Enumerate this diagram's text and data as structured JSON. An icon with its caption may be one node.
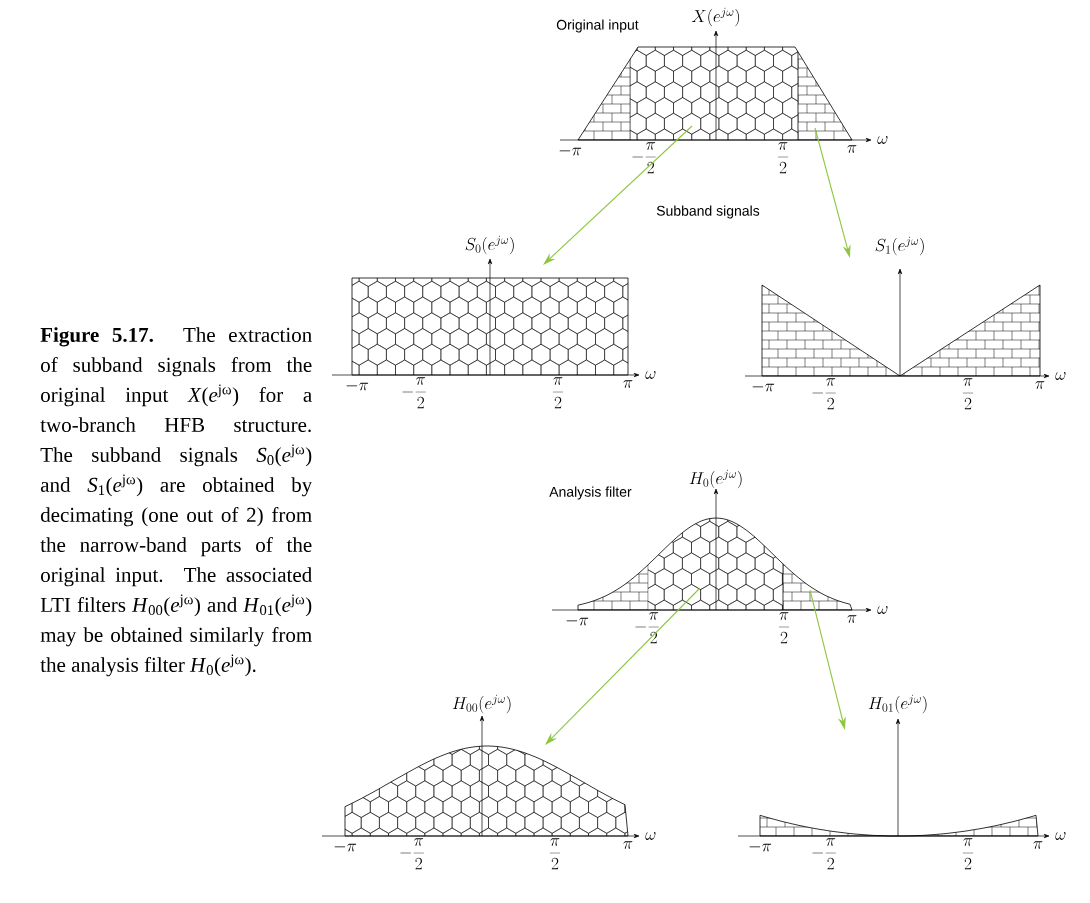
{
  "diagram": {
    "caption": "**Figure 5.17.** The extraction of subband signals from the original input *X*(*e*$^{jω}$) for a two-branch HFB structure. The subband signals *S*$_{0}$(*e*$^{jω}$) and *S*$_{1}$(*e*$^{jω}$) are obtained by decimating (one out of 2) from the narrow-band parts of the original input. The associated LTI filters *H*$_{00}$(*e*$^{jω}$) and *H*$_{01}$(*e*$^{jω}$) may be obtained similarly from the analysis filter *H*$_{0}$(*e*$^{jω}$).",
    "nodes": [
      {
        "text": [
          "X(e^{j\\omega})",
          "\\omega",
          "-\\pi",
          "-\\frac{\\pi}{2}",
          "\\frac{\\pi}{2}",
          "\\pi"
        ]
      },
      {
        "text": [
          "S_0(e^{j\\omega})",
          "\\omega",
          "-\\pi",
          "-\\frac{\\pi}{2}",
          "\\frac{\\pi}{2}",
          "\\pi"
        ]
      },
      {
        "text": [
          "S_1(e^{j\\omega})",
          "\\omega",
          "-\\pi",
          "-\\frac{\\pi}{2}",
          "\\frac{\\pi}{2}",
          "\\pi"
        ]
      },
      {
        "text": [
          "H_0(e^{j\\omega})",
          "\\omega",
          "-\\pi",
          "-\\frac{\\pi}{2}",
          "\\frac{\\pi}{2}",
          "\\pi"
        ]
      },
      {
        "text": [
          "H_{00}(e^{j\\omega})",
          "\\omega",
          "-\\pi",
          "-\\frac{\\pi}{2}",
          "\\frac{\\pi}{2}",
          "\\pi"
        ]
      },
      {
        "text": [
          "H_{01}(e^{j\\omega})",
          "\\omega",
          "-\\pi",
          "-\\frac{\\pi}{2}",
          "\\frac{\\pi}{2}",
          "\\pi"
        ]
      }
    ],
    "edges": [
      {
        "from": 0,
        "to": 1,
        "arrow": "to"
      },
      {
        "from": 0,
        "to": 2,
        "arrow": "to"
      },
      {
        "from": 3,
        "to": 4,
        "arrow": "to"
      },
      {
        "from": 3,
        "to": 5,
        "arrow": "to"
      }
    ],
    "labels": [
      "Original input",
      "Subband signals",
      "Analysis filter"
    ]
  }
}
